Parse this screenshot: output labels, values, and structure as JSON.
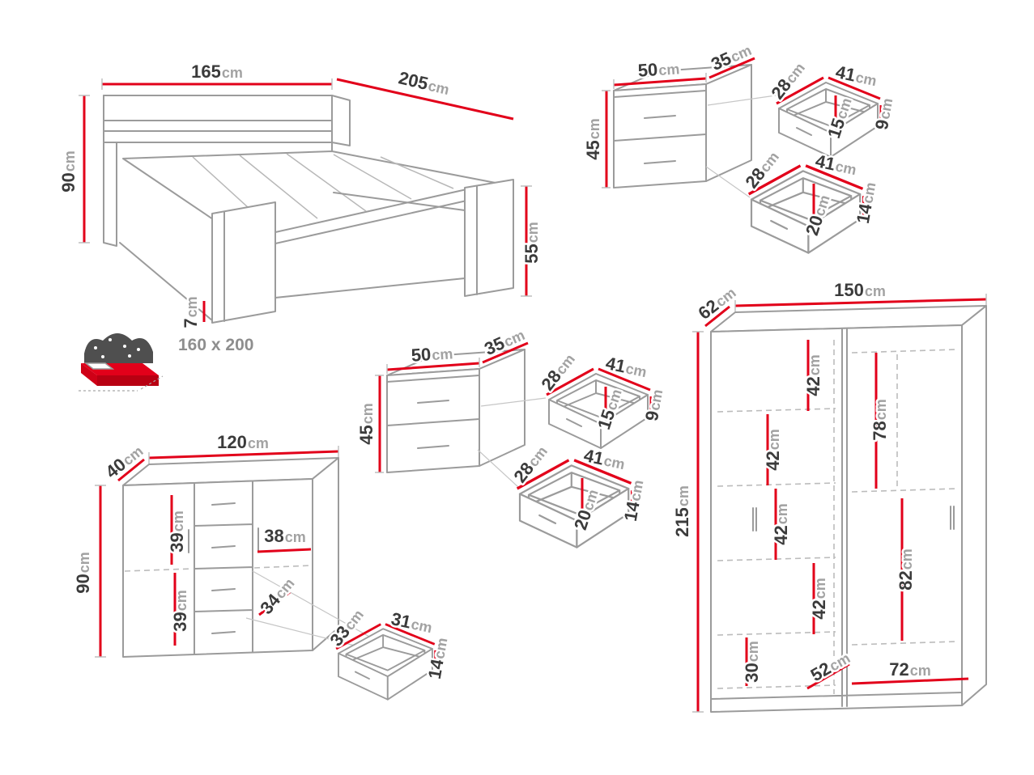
{
  "unit": "cm",
  "colors": {
    "red": "#e2001a",
    "gray": "#9b9b9b"
  },
  "bed": {
    "width": "165",
    "length": "205",
    "height": "90",
    "footboard_height": "55",
    "base_height": "7",
    "mattress_size": "160 x 200"
  },
  "nightstands": [
    {
      "width": "50",
      "depth": "35",
      "height": "45",
      "small_drawer": {
        "depth": "28",
        "width": "41",
        "front_height": "9",
        "inner_depth": "15"
      },
      "large_drawer": {
        "depth": "28",
        "width": "41",
        "front_height": "14",
        "inner_depth": "20"
      }
    },
    {
      "width": "50",
      "depth": "35",
      "height": "45",
      "small_drawer": {
        "depth": "28",
        "width": "41",
        "front_height": "9",
        "inner_depth": "15"
      },
      "large_drawer": {
        "depth": "28",
        "width": "41",
        "front_height": "14",
        "inner_depth": "20"
      }
    }
  ],
  "dresser": {
    "depth": "40",
    "width": "120",
    "height": "90",
    "upper_section": "39",
    "lower_section": "39",
    "inner_width": "38",
    "drawer_width": "34",
    "drawer": {
      "depth": "33",
      "width": "31",
      "height": "14"
    }
  },
  "wardrobe": {
    "depth": "62",
    "width": "150",
    "height": "215",
    "sections": [
      "42",
      "42",
      "42",
      "42"
    ],
    "right_upper": "78",
    "right_lower": "82",
    "bottom_section": "30",
    "bottom_depth": "52",
    "bottom_width": "72"
  }
}
